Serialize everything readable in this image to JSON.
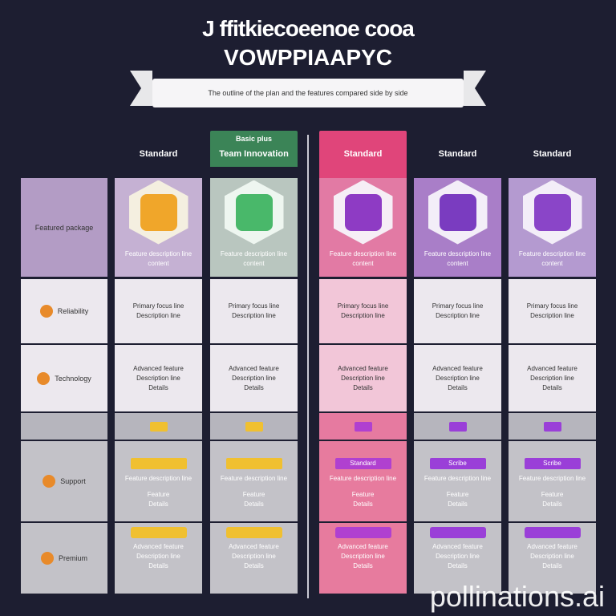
{
  "header": {
    "title_line1": "J ffitkiecoeenoe cooa",
    "title_line2": "VOWPPIAAPYC",
    "ribbon_text": "The outline of the plan and the features compared side by side"
  },
  "label_column": {
    "top": "Featured package",
    "rows": [
      "Reliability",
      "Technology",
      "",
      "Support",
      "Premium"
    ]
  },
  "columns": [
    {
      "name": "Standard",
      "header_sub": "",
      "header_color": "",
      "body_color": "#c5b1d3",
      "badge_color": "#f0a62a",
      "badge_frame": "#f4efe0",
      "accent": "#f0c030",
      "pill": "",
      "rows": [
        "Feature description line",
        "Primary focus line\nDescription line",
        "Advanced feature\nDescription line\nDetails",
        "",
        "Feature\nDetails"
      ],
      "desc": "Feature description line\ncontent"
    },
    {
      "name": "Team Innovation",
      "header_sub": "Basic plus",
      "header_color": "#3b8457",
      "body_color": "#b9c6bf",
      "badge_color": "#49b86a",
      "badge_frame": "#eef6f0",
      "accent": "#f0c030",
      "pill": "",
      "rows": [
        "Feature description line",
        "Primary focus line\nDescription line",
        "Advanced feature\nDescription line\nDetails",
        "",
        "Feature\nDetails"
      ],
      "desc": "Feature description line\ncontent"
    },
    {
      "name": "Standard",
      "header_sub": "",
      "header_color": "#e0457a",
      "body_color": "#e27aa4",
      "badge_color": "#8e3bc4",
      "badge_frame": "#f6eef6",
      "accent": "#b040d0",
      "pill": "Standard",
      "rows": [
        "Feature description line",
        "Primary focus line\nDescription line",
        "Advanced feature\nDescription line\nDetails",
        "",
        "Feature\nDetails"
      ],
      "desc": "Feature description line\ncontent"
    },
    {
      "name": "Standard",
      "header_sub": "",
      "header_color": "",
      "body_color": "#a97ec8",
      "badge_color": "#7a3cc0",
      "badge_frame": "#f3eef8",
      "accent": "#9a3fd8",
      "pill": "Scribe",
      "rows": [
        "Feature description line",
        "Primary focus line\nDescription line",
        "Advanced feature\nDescription line\nDetails",
        "",
        "Feature\nDetails"
      ],
      "desc": "Feature description line\ncontent"
    },
    {
      "name": "Standard",
      "header_sub": "",
      "header_color": "",
      "body_color": "#b49ad0",
      "badge_color": "#8a45c8",
      "badge_frame": "#f3eef8",
      "accent": "#9a3fd8",
      "pill": "Scribe",
      "rows": [
        "Feature description line",
        "Primary focus line\nDescription line",
        "Advanced feature\nDescription line\nDetails",
        "",
        "Feature\nDetails"
      ],
      "desc": "Feature description line\ncontent"
    }
  ],
  "watermark": "pollinations.ai"
}
